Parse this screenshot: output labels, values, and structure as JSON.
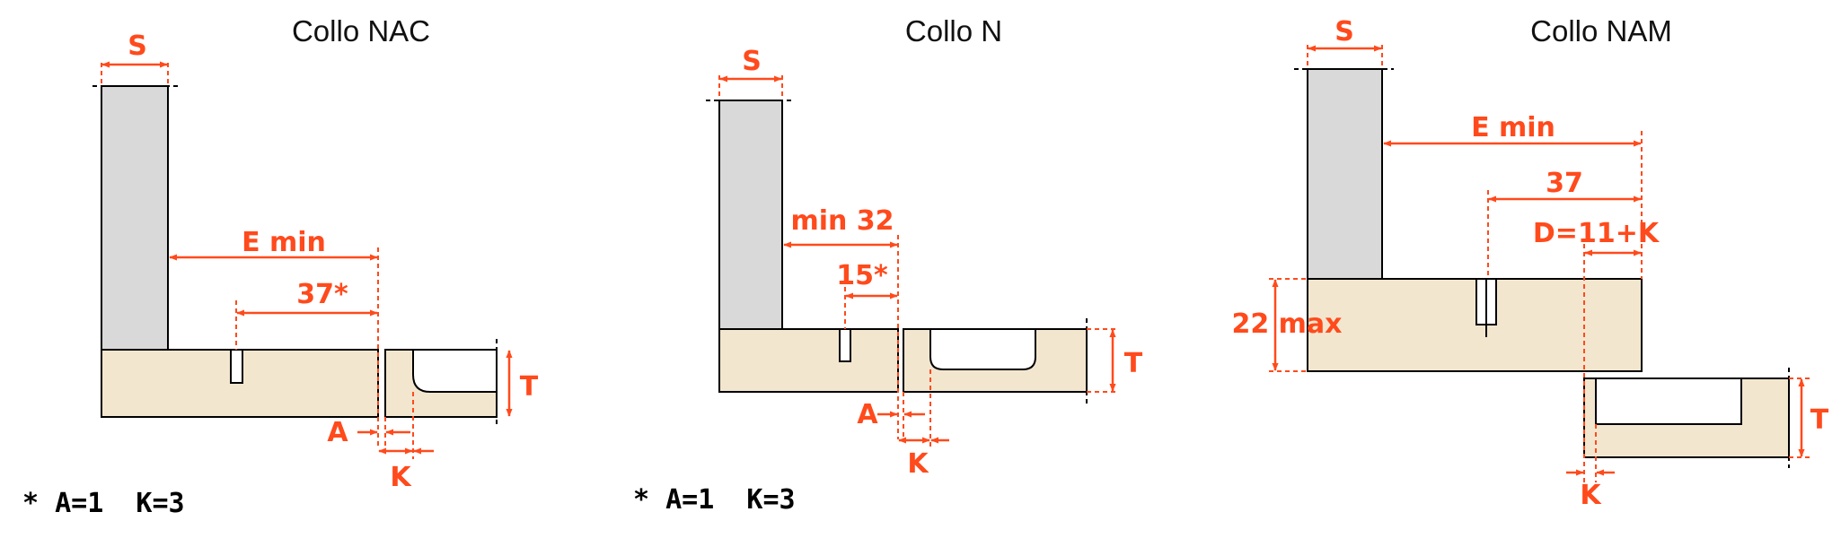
{
  "colors": {
    "dimension": "#ff4a1c",
    "panel_gray": "#d9d9d9",
    "board_wood": "#f3e6cf",
    "outline": "#000000"
  },
  "diagrams": [
    {
      "title": "Collo NAC",
      "labels": {
        "s": "S",
        "e": "E min",
        "d37": "37*",
        "a": "A",
        "k": "K",
        "t": "T"
      },
      "note": "* A=1  K=3"
    },
    {
      "title": "Collo N",
      "labels": {
        "s": "S",
        "min": "min 32",
        "d15": "15*",
        "a": "A",
        "k": "K",
        "t": "T"
      },
      "note": "* A=1  K=3"
    },
    {
      "title": "Collo NAM",
      "labels": {
        "s": "S",
        "e": "E min",
        "d37": "37",
        "dk": "D=11+K",
        "max": "22 max",
        "k": "K",
        "t": "T"
      }
    }
  ]
}
